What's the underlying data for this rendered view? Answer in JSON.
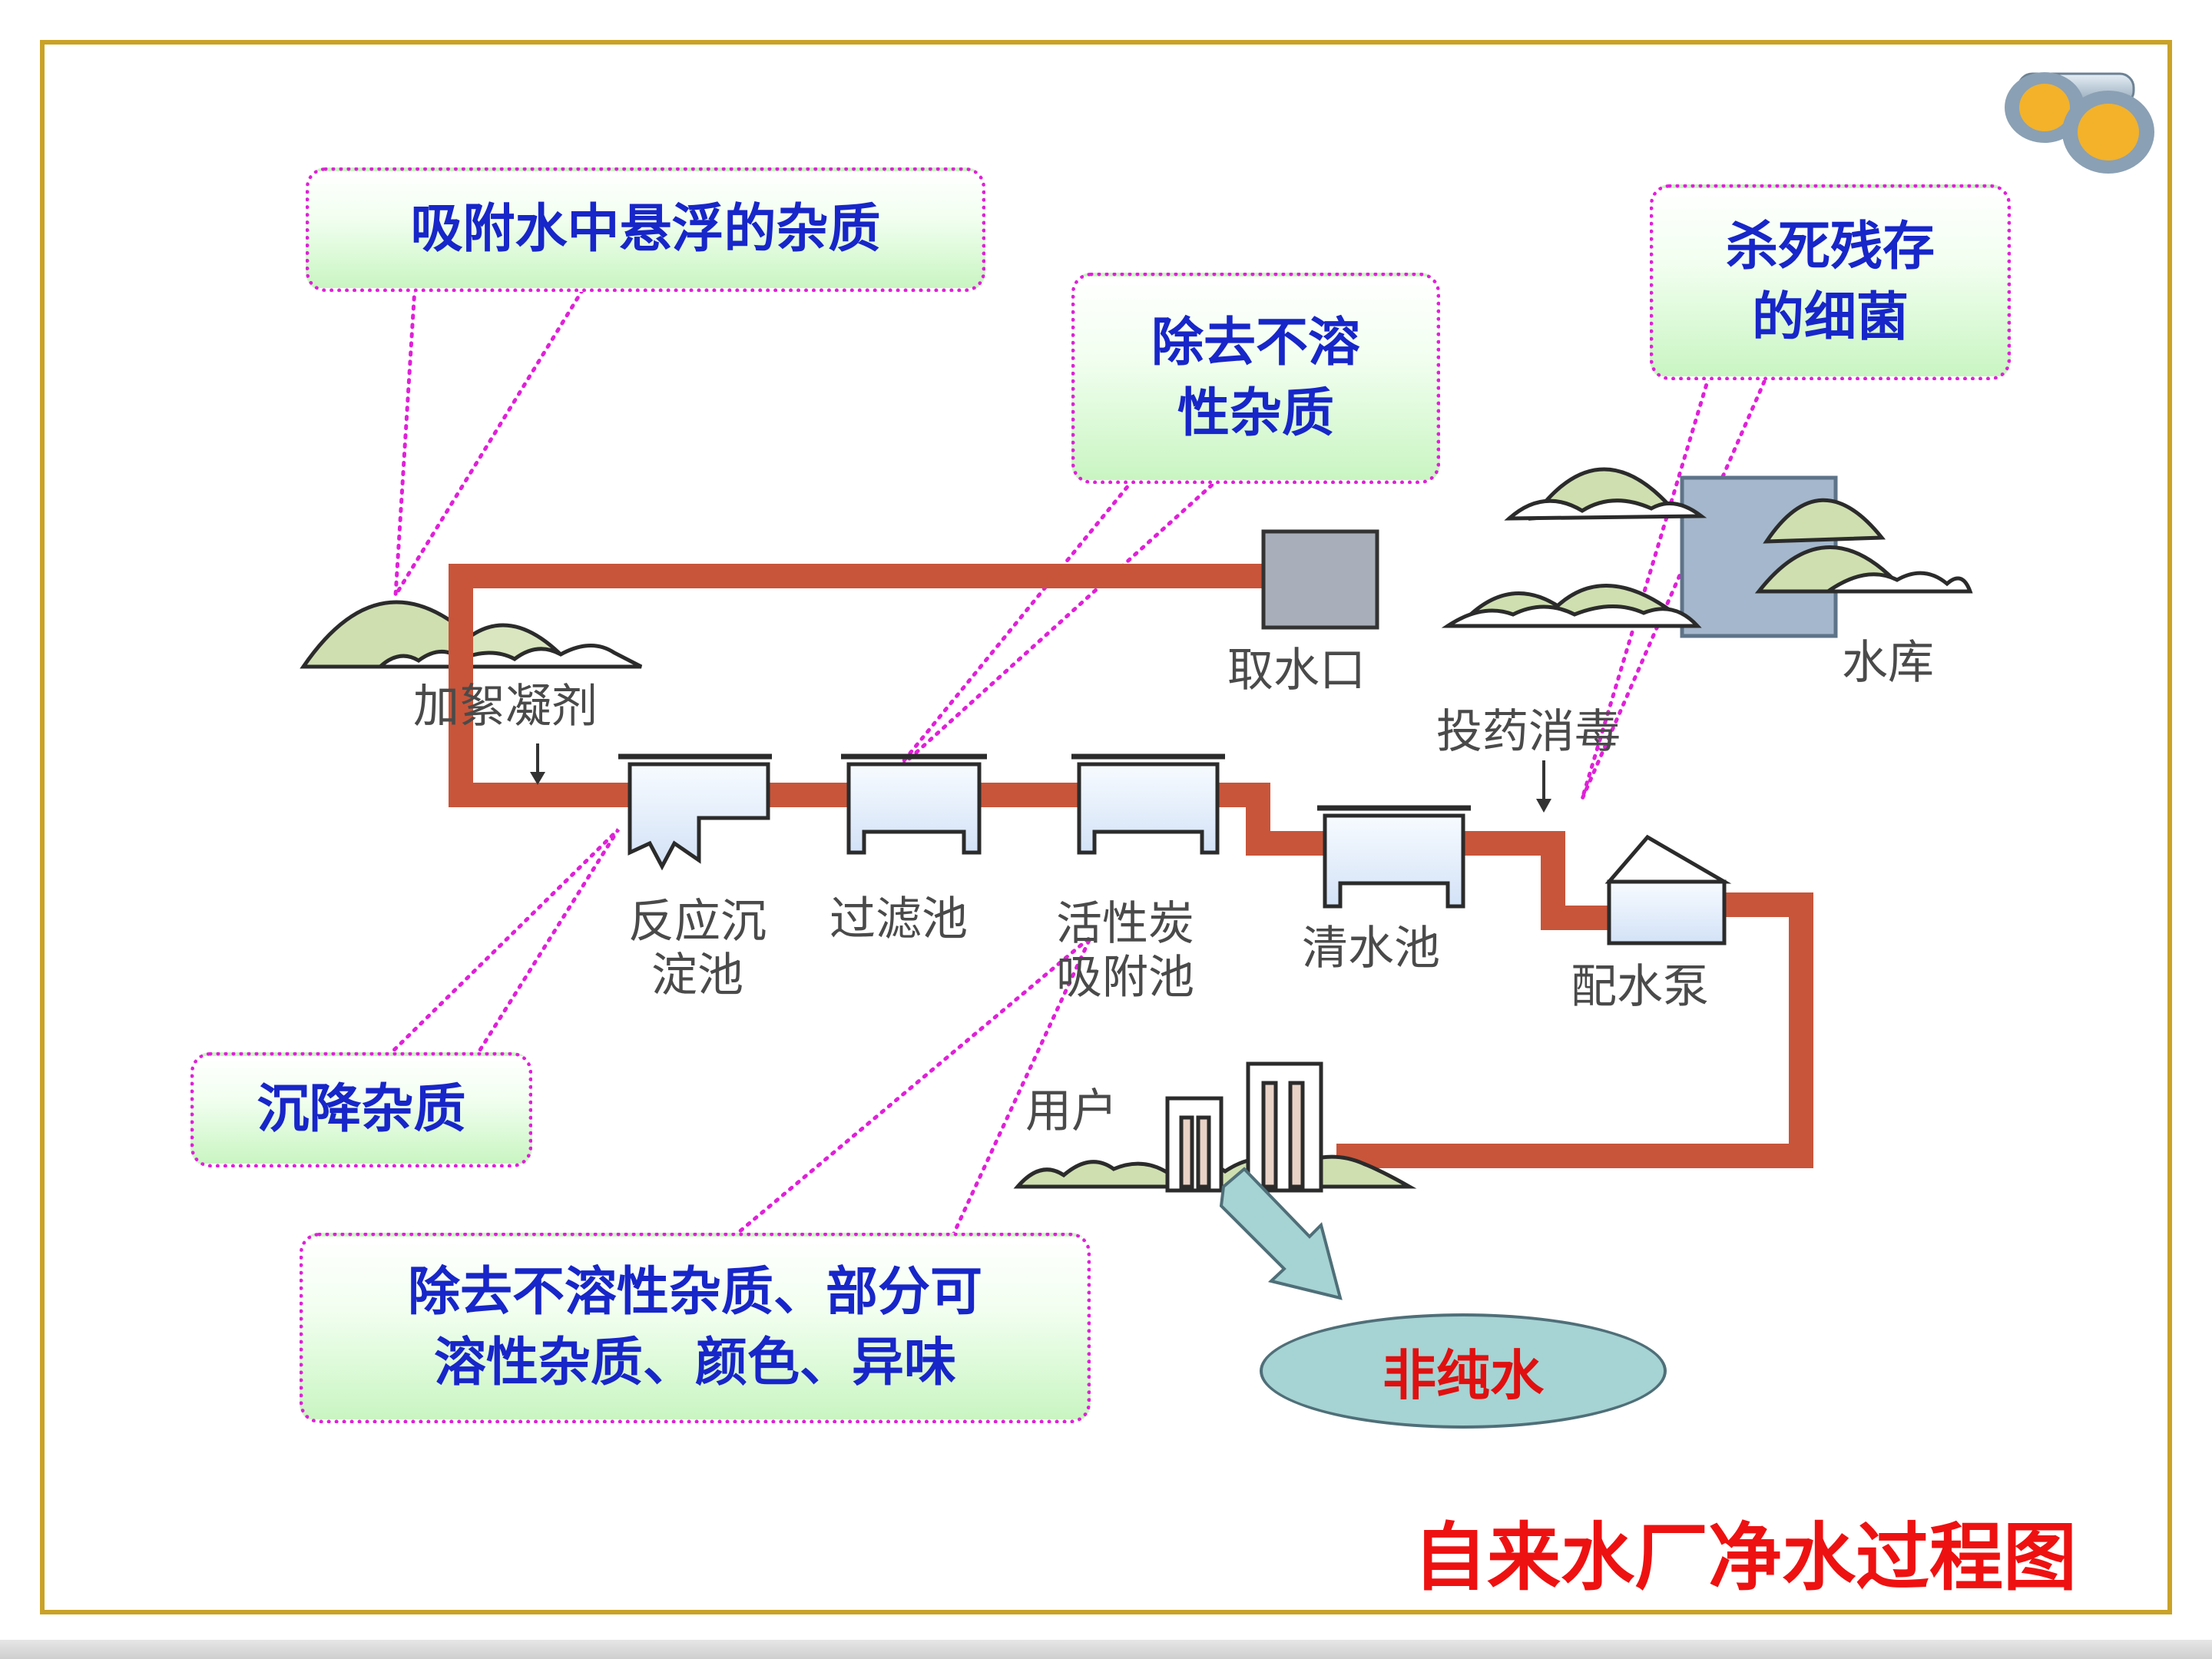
{
  "stages": {
    "coagulant": "加絮凝剂",
    "intake": "取水口",
    "reservoir": "水库",
    "disinfect": "投药消毒",
    "sedimentation": "反应沉\n淀池",
    "filtration": "过滤池",
    "carbon": "活性炭\n吸附池",
    "clear_pool": "清水池",
    "pump": "配水泵",
    "users": "用户"
  },
  "callouts": {
    "adsorb": "吸附水中悬浮的杂质",
    "filter": "除去不溶\n性杂质",
    "kill": "杀死残存\n的细菌",
    "settle": "沉降杂质",
    "carbon": "除去不溶性杂质、部分可\n溶性杂质、颜色、异味"
  },
  "outcome": "非纯水",
  "title": "自来水厂净水过程图",
  "colors": {
    "pipe": "#c8553a",
    "callout_border": "#e020d8",
    "callout_text": "#1726c8",
    "title": "#ee1111",
    "frame": "#c9a227"
  }
}
